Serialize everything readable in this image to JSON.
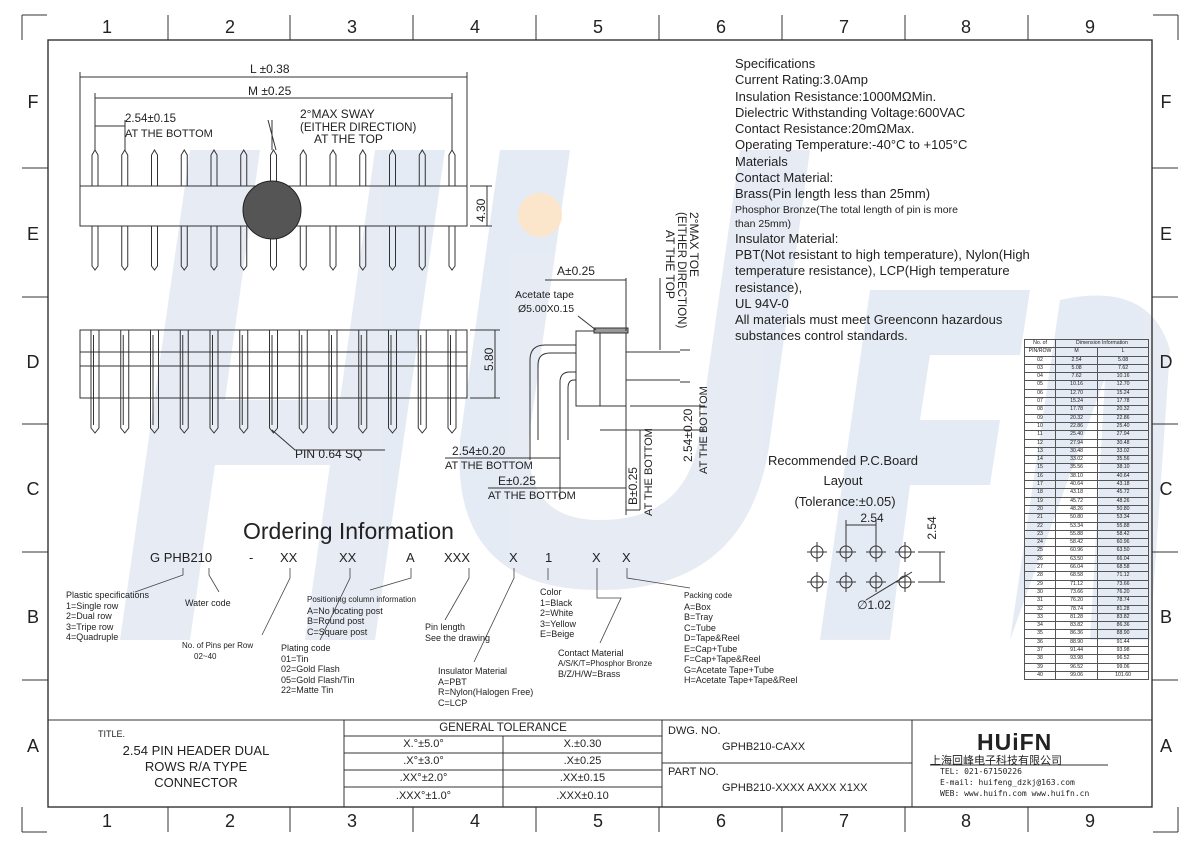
{
  "frame": {
    "columns": [
      "1",
      "2",
      "3",
      "4",
      "5",
      "6",
      "7",
      "8",
      "9"
    ],
    "rows": [
      "F",
      "E",
      "D",
      "C",
      "B",
      "A"
    ]
  },
  "top_view": {
    "l_dim": "L ±0.38",
    "m_dim": "M ±0.25",
    "pitch_dim": "2.54±0.15",
    "pitch_note": "AT THE BOTTOM",
    "sway_1": "2°MAX SWAY",
    "sway_2": "(EITHER DIRECTION)",
    "sway_3": "AT THE TOP",
    "height_dim": "4.30"
  },
  "front_view": {
    "height_dim": "5.80",
    "pin_label": "PIN 0.64 SQ"
  },
  "side_view": {
    "a_dim": "A±0.25",
    "tape_1": "Acetate tape",
    "tape_2": "Ø5.00X0.15",
    "toe_1": "2°MAX TOE",
    "toe_2": "(EITHER DIRECTION)",
    "toe_3": "AT THE TOP",
    "pitch_dim": "2.54±0.20",
    "pitch_note": "AT THE BOTTOM",
    "e_dim": "E±0.25",
    "e_note": "AT THE BOTTOM",
    "b_dim": "B±0.25",
    "b_note": "AT THE BOTTOM",
    "v_dim": "2.54±0.20",
    "v_note": "AT THE BOTTOM"
  },
  "specs": [
    "Specifications",
    "Current Rating:3.0Amp",
    "Insulation Resistance:1000MΩMin.",
    "Dielectric Withstanding Voltage:600VAC",
    "Contact Resistance:20mΩMax.",
    "Operating Temperature:-40°C to +105°C",
    "Materials",
    "Contact Material:",
    "Brass(Pin length less than 25mm)",
    "Phosphor Bronze(The total length of pin is more",
    "than 25mm)",
    "Insulator Material:",
    "PBT(Not resistant to high temperature),  Nylon(High",
    "temperature resistance), LCP(High temperature",
    "resistance),",
    "UL 94V-0",
    "All materials must meet Greenconn hazardous",
    "substances control standards."
  ],
  "pcb": {
    "title_1": "Recommended P.C.Board",
    "title_2": "Layout",
    "title_3": "(Tolerance:±0.05)",
    "h_dim": "2.54",
    "v_dim": "2.54",
    "hole": "∅1.02"
  },
  "dim_table": {
    "head_1": "No. of",
    "head_2": "Dimension Information",
    "sub_1": "PIN/ROW",
    "sub_m": "M",
    "sub_l": "L",
    "rows": [
      [
        "02",
        "2.54",
        "5.08"
      ],
      [
        "03",
        "5.08",
        "7.62"
      ],
      [
        "04",
        "7.62",
        "10.16"
      ],
      [
        "05",
        "10.16",
        "12.70"
      ],
      [
        "06",
        "12.70",
        "15.24"
      ],
      [
        "07",
        "15.24",
        "17.78"
      ],
      [
        "08",
        "17.78",
        "20.32"
      ],
      [
        "09",
        "20.32",
        "22.86"
      ],
      [
        "10",
        "22.86",
        "25.40"
      ],
      [
        "11",
        "25.40",
        "27.94"
      ],
      [
        "12",
        "27.94",
        "30.48"
      ],
      [
        "13",
        "30.48",
        "33.02"
      ],
      [
        "14",
        "33.02",
        "35.56"
      ],
      [
        "15",
        "35.56",
        "38.10"
      ],
      [
        "16",
        "38.10",
        "40.64"
      ],
      [
        "17",
        "40.64",
        "43.18"
      ],
      [
        "18",
        "43.18",
        "45.72"
      ],
      [
        "19",
        "45.72",
        "48.26"
      ],
      [
        "20",
        "48.26",
        "50.80"
      ],
      [
        "21",
        "50.80",
        "53.34"
      ],
      [
        "22",
        "53.34",
        "55.88"
      ],
      [
        "23",
        "55.88",
        "58.42"
      ],
      [
        "24",
        "58.42",
        "60.96"
      ],
      [
        "25",
        "60.96",
        "63.50"
      ],
      [
        "26",
        "63.50",
        "66.04"
      ],
      [
        "27",
        "66.04",
        "68.58"
      ],
      [
        "28",
        "68.58",
        "71.12"
      ],
      [
        "29",
        "71.12",
        "73.66"
      ],
      [
        "30",
        "73.66",
        "76.20"
      ],
      [
        "31",
        "76.20",
        "78.74"
      ],
      [
        "32",
        "78.74",
        "81.28"
      ],
      [
        "33",
        "81.28",
        "83.82"
      ],
      [
        "34",
        "83.82",
        "86.36"
      ],
      [
        "35",
        "86.36",
        "88.90"
      ],
      [
        "36",
        "88.90",
        "91.44"
      ],
      [
        "37",
        "91.44",
        "93.98"
      ],
      [
        "38",
        "93.98",
        "96.52"
      ],
      [
        "39",
        "96.52",
        "99.06"
      ],
      [
        "40",
        "99.06",
        "101.60"
      ]
    ]
  },
  "ordering": {
    "title": "Ordering Information",
    "code": [
      "G PHB210",
      "-",
      "XX",
      "XX",
      "A",
      "XXX",
      "X",
      "1",
      "X",
      "X"
    ],
    "plastic": [
      "Plastic specifications",
      "1=Single row",
      "2=Dual row",
      "3=Tripe row",
      "4=Quadruple"
    ],
    "water": "Water code",
    "pins": [
      "No. of Pins per Row",
      "02~40"
    ],
    "plating": [
      "Plating code",
      "01=Tin",
      "02=Gold Flash",
      "05=Gold Flash/Tin",
      "22=Matte Tin"
    ],
    "positioning": [
      "Positioning column information",
      "A=No locating post",
      "B=Round post",
      "C=Square post"
    ],
    "pin_length": [
      "Pin length",
      "See the drawing"
    ],
    "insulator": [
      "Insulator Material",
      "A=PBT",
      "R=Nylon(Halogen Free)",
      "C=LCP"
    ],
    "color": [
      "Color",
      "1=Black",
      "2=White",
      "3=Yellow",
      "E=Beige"
    ],
    "contact": [
      "Contact Material",
      "A/S/K/T=Phosphor Bronze",
      "B/Z/H/W=Brass"
    ],
    "packing": [
      "Packing code",
      "A=Box",
      "B=Tray",
      "C=Tube",
      "D=Tape&Reel",
      "E=Cap+Tube",
      "F=Cap+Tape&Reel",
      "G=Acetate Tape+Tube",
      "H=Acetate Tape+Tape&Reel"
    ]
  },
  "title_block": {
    "title_label": "TITLE.",
    "title_1": "2.54 PIN HEADER DUAL",
    "title_2": "ROWS R/A TYPE",
    "title_3": "CONNECTOR",
    "tol_head": "GENERAL TOLERANCE",
    "tol": [
      [
        "X.°±5.0°",
        "X.±0.30"
      ],
      [
        ".X°±3.0°",
        ".X±0.25"
      ],
      [
        ".XX°±2.0°",
        ".XX±0.15"
      ],
      [
        ".XXX°±1.0°",
        ".XXX±0.10"
      ]
    ],
    "dwg_label": "DWG. NO.",
    "dwg_no": "GPHB210-CAXX",
    "part_label": "PART NO.",
    "part_no": "GPHB210-XXXX AXXX X1XX",
    "logo": "HUiFN",
    "company": "上海回峰电子科技有限公司",
    "tel": "TEL: 021-67150226",
    "email": "E-mail: huifeng_dzkj@163.com",
    "web": "WEB: www.huifn.com  www.huifn.cn"
  },
  "colors": {
    "line": "#333333",
    "watermark": "#dfe6f2",
    "watermark_dot": "#fbe3c6"
  }
}
